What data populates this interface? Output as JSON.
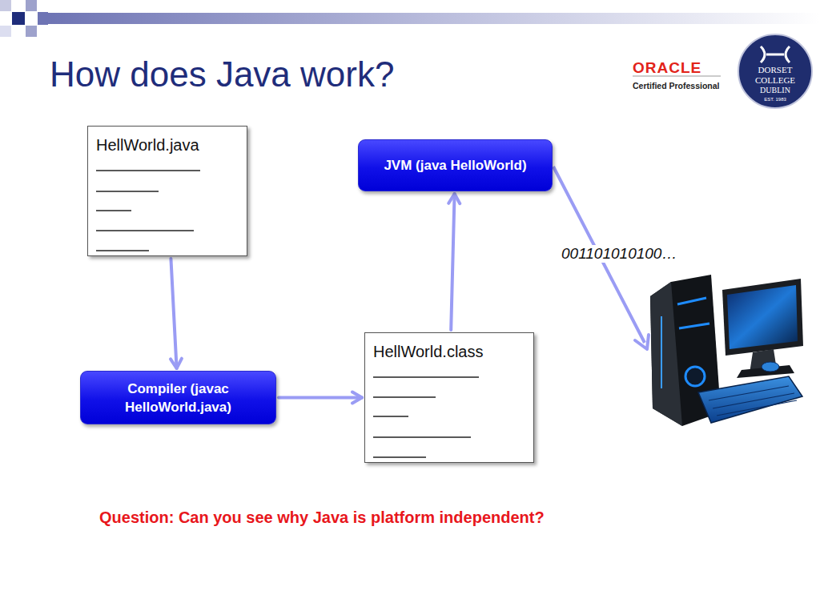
{
  "diagram": {
    "title": "How does Java work?",
    "nodes": [
      {
        "text": [
          "HellWorld.java"
        ]
      },
      {
        "text": [
          "Compiler (javac HelloWorld.java)"
        ]
      },
      {
        "text": [
          "HellWorld.class"
        ]
      },
      {
        "text": [
          "JVM (java HelloWorld)"
        ]
      }
    ],
    "edges": [
      {
        "from": 0,
        "to": 1,
        "arrow": "to"
      },
      {
        "from": 1,
        "to": 2,
        "arrow": "to"
      },
      {
        "from": 2,
        "to": 3,
        "arrow": "to"
      }
    ],
    "labels": [
      "001101010100…",
      "Question: Can you see why Java is platform independent?",
      "ORACLE",
      "Certified Professional",
      "DORSET",
      "COLLEGE",
      "DUBLIN",
      "EST. 1983"
    ]
  }
}
